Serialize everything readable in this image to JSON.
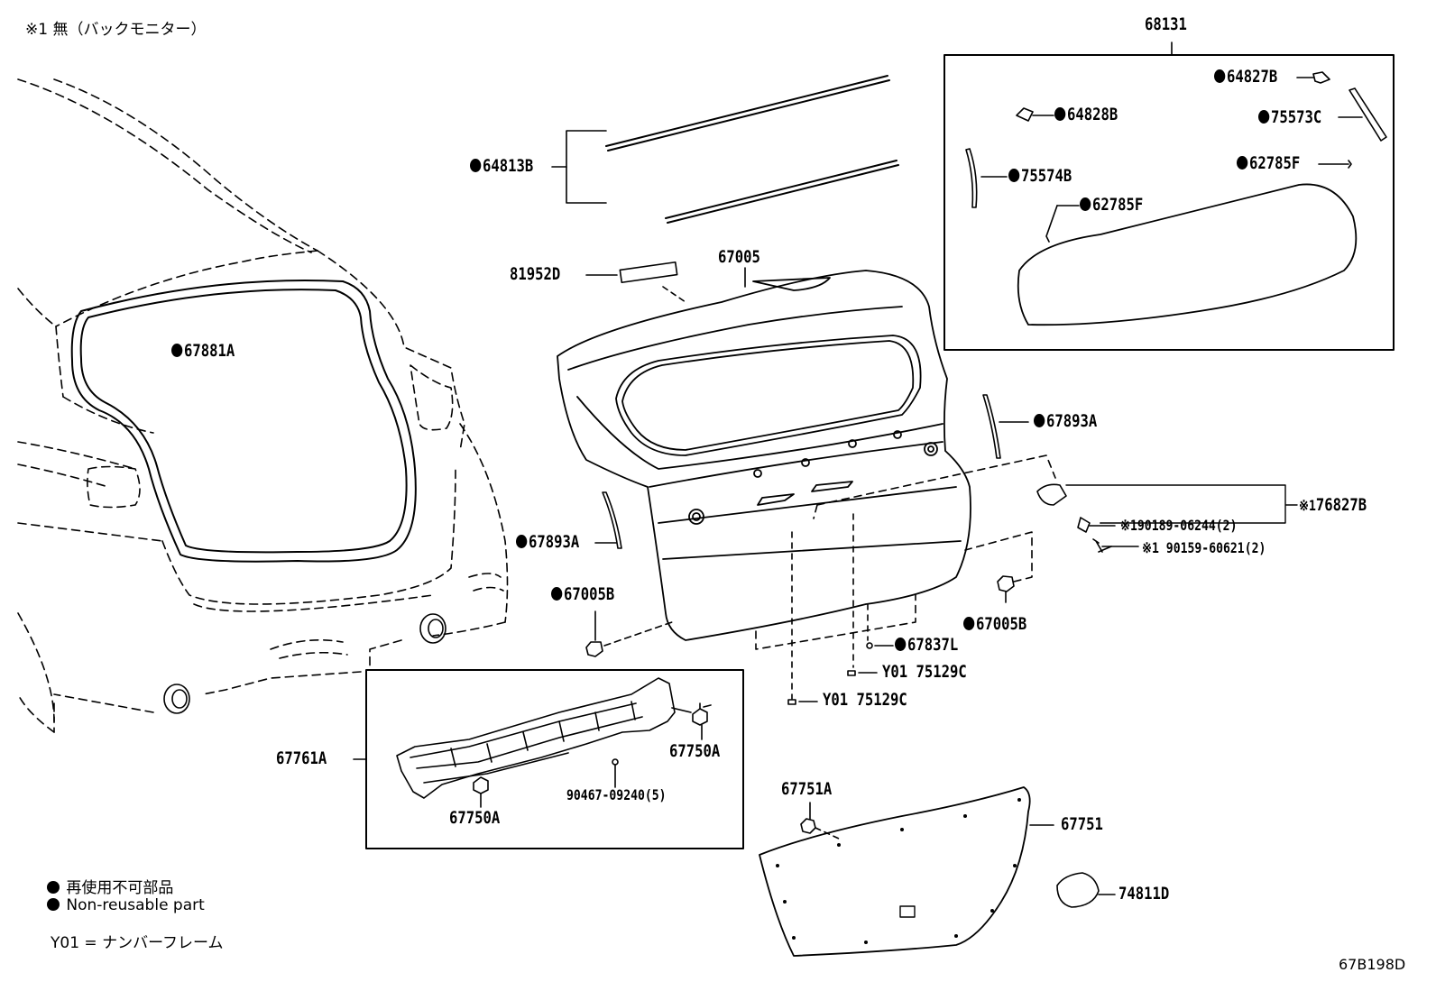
{
  "header_note": "※1 無（バックモニター）",
  "labels": {
    "p68131": "68131",
    "p64827B": "64827B",
    "p75573C": "75573C",
    "p64828B": "64828B",
    "p62785F_a": "62785F",
    "p75574B": "75574B",
    "p62785F_b": "62785F",
    "p64813B": "64813B",
    "p81952D": "81952D",
    "p67005": "67005",
    "p67881A": "67881A",
    "p67893A_r": "67893A",
    "p67893A_l": "67893A",
    "p76827B": "76827B",
    "p76827B_mark": "※1",
    "p90189": "90189-06244(2)",
    "p90189_mark": "※1",
    "p90159": "90159-60621(2)",
    "p90159_mark": "※1",
    "p67005B_l": "67005B",
    "p67005B_r": "67005B",
    "p67837L": "67837L",
    "p75129C_a": "Y01 75129C",
    "p75129C_b": "Y01 75129C",
    "p67761A": "67761A",
    "p67750A_r": "67750A",
    "p67750A_b": "67750A",
    "p90467": "90467-09240(5)",
    "p67751A": "67751A",
    "p67751": "67751",
    "p74811D": "74811D"
  },
  "legend": {
    "line1": "再使用不可部品",
    "line2": "Non-reusable part",
    "line3": "Y01 = ナンバーフレーム"
  },
  "diagram_code": "67B198D"
}
